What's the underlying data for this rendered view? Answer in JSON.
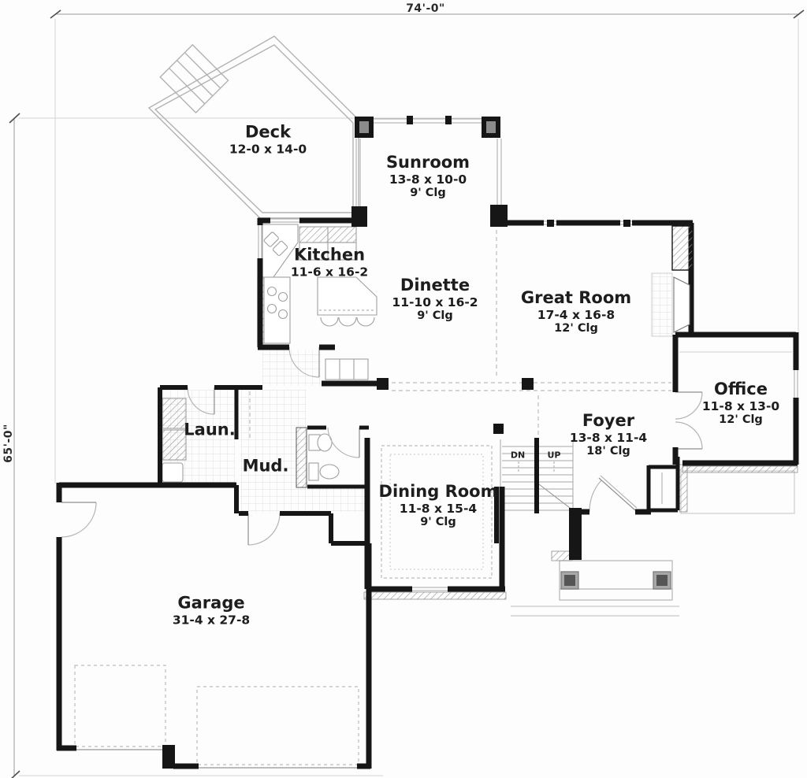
{
  "dimensions": {
    "width_label": "74'-0\"",
    "height_label": "65'-0\""
  },
  "rooms": [
    {
      "name": "Deck",
      "size": "12-0 x 14-0",
      "clg": ""
    },
    {
      "name": "Sunroom",
      "size": "13-8 x 10-0",
      "clg": "9' Clg"
    },
    {
      "name": "Kitchen",
      "size": "11-6 x 16-2",
      "clg": ""
    },
    {
      "name": "Dinette",
      "size": "11-10 x 16-2",
      "clg": "9' Clg"
    },
    {
      "name": "Great Room",
      "size": "17-4 x 16-8",
      "clg": "12' Clg"
    },
    {
      "name": "Office",
      "size": "11-8 x 13-0",
      "clg": "12' Clg"
    },
    {
      "name": "Foyer",
      "size": "13-8 x 11-4",
      "clg": "18' Clg"
    },
    {
      "name": "Laun.",
      "size": "",
      "clg": ""
    },
    {
      "name": "Mud.",
      "size": "",
      "clg": ""
    },
    {
      "name": "Dining Room",
      "size": "11-8 x 15-4",
      "clg": "9' Clg"
    },
    {
      "name": "Garage",
      "size": "31-4 x 27-8",
      "clg": ""
    }
  ],
  "stairs": {
    "dn": "DN",
    "up": "UP"
  }
}
